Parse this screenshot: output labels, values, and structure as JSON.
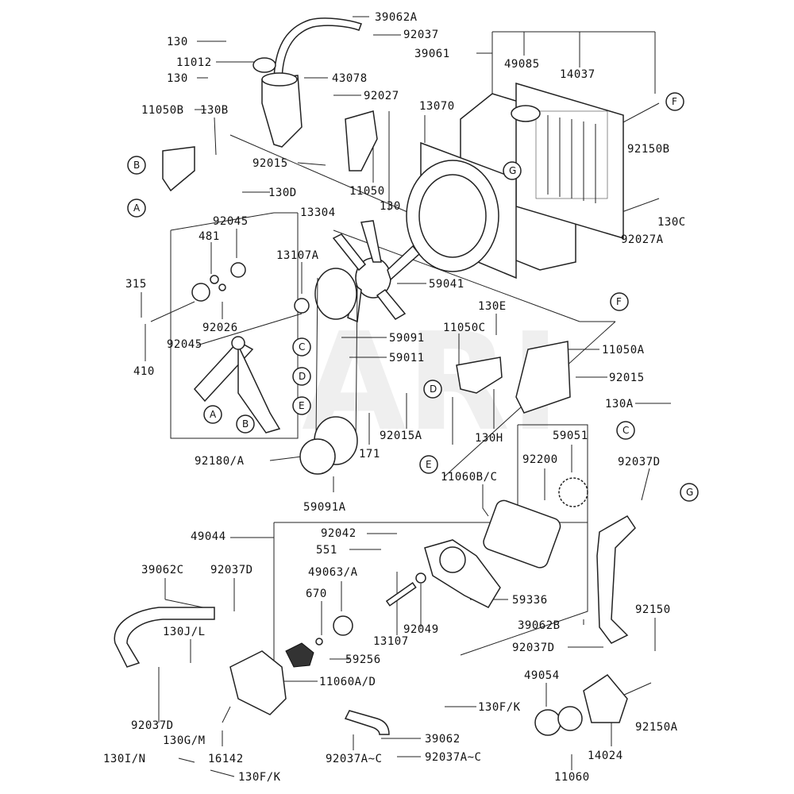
{
  "watermark": "ARI",
  "part_labels": [
    "39062A",
    "92037",
    "39061",
    "130",
    "11012",
    "130",
    "43078",
    "92027",
    "49085",
    "14037",
    "13070",
    "11050B",
    "130B",
    "92015",
    "11050",
    "92150B",
    "130D",
    "13304",
    "130",
    "130C",
    "92045",
    "481",
    "13107A",
    "92027A",
    "315",
    "59041",
    "130E",
    "92026",
    "59091",
    "59011",
    "11050C",
    "11050A",
    "92045",
    "410",
    "92015",
    "92015A",
    "171",
    "130H",
    "130A",
    "59051",
    "92180/A",
    "92200",
    "92037D",
    "59091A",
    "11060B/C",
    "49044",
    "92042",
    "551",
    "49063/A",
    "670",
    "59336",
    "39062C",
    "92037D",
    "130J/L",
    "92049",
    "13107",
    "92150",
    "39062B",
    "92037D",
    "59256",
    "49054",
    "11060A/D",
    "130G/M",
    "92037D",
    "130F/K",
    "92150A",
    "39062",
    "130I/N",
    "16142",
    "92037A~C",
    "92037A~C",
    "14024",
    "130F/K",
    "11060"
  ],
  "ref_markers": [
    "F",
    "B",
    "A",
    "G",
    "F",
    "C",
    "D",
    "E",
    "A",
    "B",
    "D",
    "E",
    "C",
    "G"
  ]
}
